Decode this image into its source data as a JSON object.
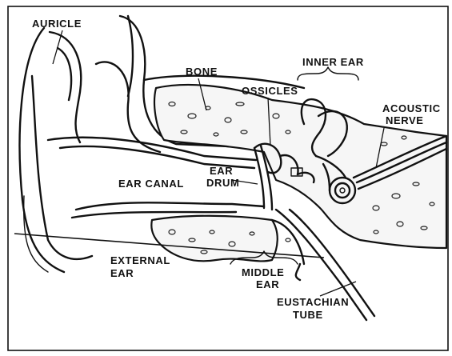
{
  "labels": {
    "auricle": "AURICLE",
    "bone": "BONE",
    "inner_ear": "INNER EAR",
    "ossicles": "OSSICLES",
    "acoustic_1": "ACOUSTIC",
    "acoustic_2": "NERVE",
    "ear_canal": "EAR CANAL",
    "ear_drum_1": "EAR",
    "ear_drum_2": "DRUM",
    "external_1": "EXTERNAL",
    "external_2": "EAR",
    "middle_1": "MIDDLE",
    "middle_2": "EAR",
    "eustachian_1": "EUSTACHIAN",
    "eustachian_2": "TUBE"
  }
}
